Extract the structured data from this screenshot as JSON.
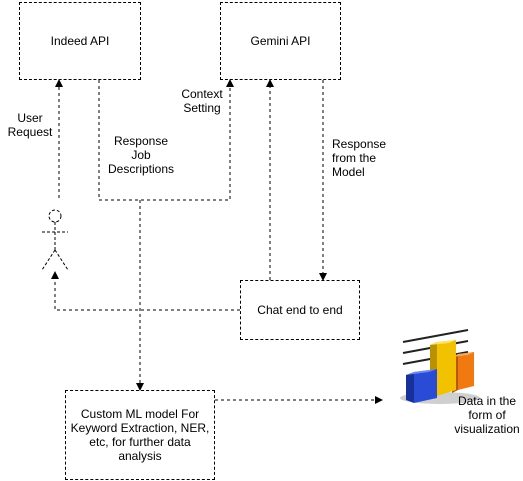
{
  "nodes": {
    "indeed": "Indeed API",
    "gemini": "Gemini API",
    "chat": "Chat end to end",
    "ml_model": "Custom ML model For\nKeyword Extraction, NER,\netc, for further data\nanalysis"
  },
  "labels": {
    "user_request": "User\nRequest",
    "response_job": "Response\nJob\nDescriptions",
    "context_setting": "Context\nSetting",
    "response_model": "Response\nfrom the\nModel",
    "visualization": "Data in the\nform of\nvisualization"
  },
  "icons": {
    "actor": "user-stick-figure-icon",
    "chart": "3d-bar-chart-icon"
  },
  "colors": {
    "bar_blue": "#2a4bd6",
    "bar_yellow": "#f2c200",
    "bar_orange": "#f07a10"
  }
}
